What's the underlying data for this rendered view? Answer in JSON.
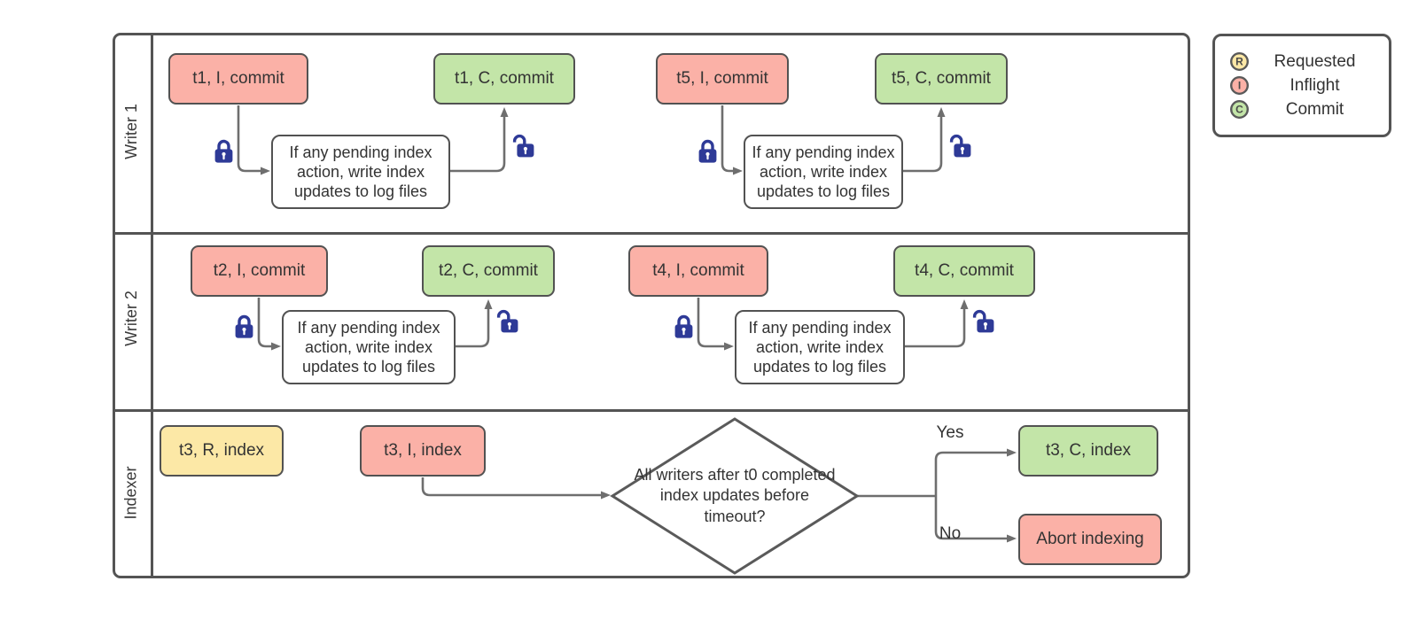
{
  "diagram": {
    "lanes": [
      {
        "label": "Writer 1"
      },
      {
        "label": "Writer 2"
      },
      {
        "label": "Indexer"
      }
    ],
    "nodes": {
      "t1_inflight": "t1, I, commit",
      "t1_commit": "t1, C, commit",
      "t5_inflight": "t5, I, commit",
      "t5_commit": "t5, C, commit",
      "t2_inflight": "t2, I, commit",
      "t2_commit": "t2, C, commit",
      "t4_inflight": "t4, I, commit",
      "t4_commit": "t4, C, commit",
      "t3_requested": "t3, R, index",
      "t3_inflight": "t3, I, index",
      "t3_commit": "t3, C, index",
      "abort": "Abort indexing",
      "process": "If any pending index action, write index updates to log files",
      "decision": "All writers after t0 completed index updates before timeout?"
    },
    "branch_labels": {
      "yes": "Yes",
      "no": "No"
    }
  },
  "legend": {
    "items": [
      {
        "letter": "R",
        "label": "Requested",
        "color": "#FCE8A6"
      },
      {
        "letter": "I",
        "label": "Inflight",
        "color": "#FBB1A7"
      },
      {
        "letter": "C",
        "label": "Commit",
        "color": "#C3E5A8"
      }
    ]
  },
  "colors": {
    "inflight_fill": "#FBB1A7",
    "commit_fill": "#C3E5A8",
    "requested_fill": "#FCE8A6",
    "shape_border": "#525252",
    "connector": "#6e6e6e",
    "lock": "#2e3a97"
  }
}
